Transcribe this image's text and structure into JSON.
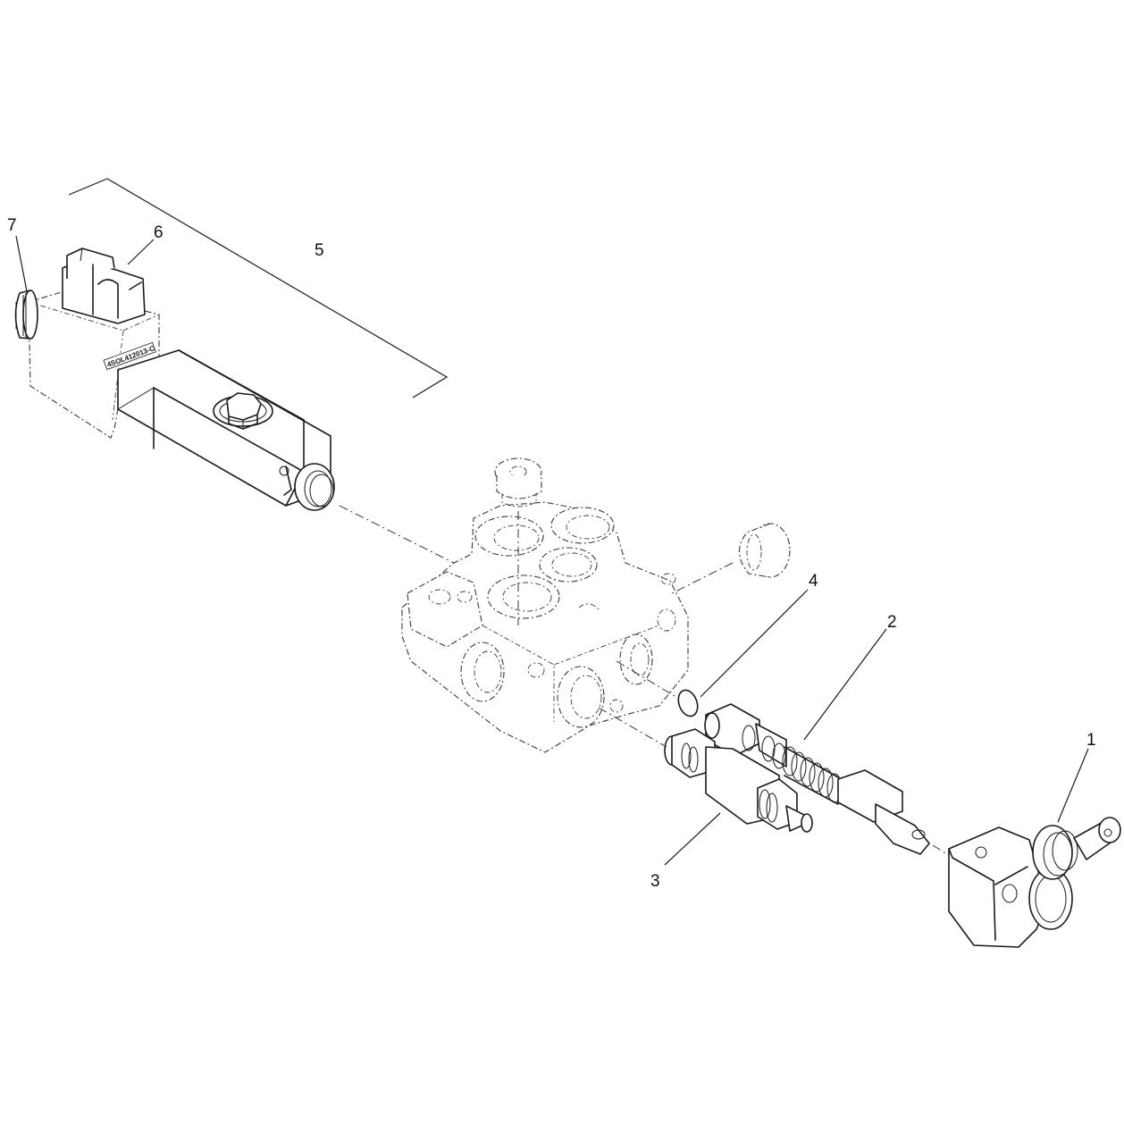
{
  "callouts": [
    {
      "id": "1",
      "label": "1"
    },
    {
      "id": "2",
      "label": "2"
    },
    {
      "id": "3",
      "label": "3"
    },
    {
      "id": "4",
      "label": "4"
    },
    {
      "id": "5",
      "label": "5"
    },
    {
      "id": "6",
      "label": "6"
    },
    {
      "id": "7",
      "label": "7"
    }
  ],
  "parts": {
    "solenoid_marking": "4SOL412013-C"
  }
}
